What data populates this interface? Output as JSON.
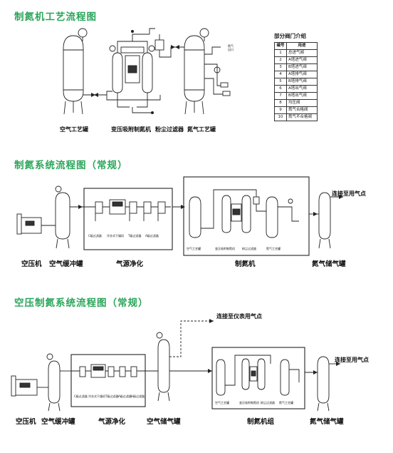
{
  "sections": [
    {
      "title": "制氮机工艺流程图"
    },
    {
      "title": "制氮系统流程图（常规）"
    },
    {
      "title": "空压制氮系统流程图（常规）"
    }
  ],
  "diagram1": {
    "labels": [
      "空气工艺罐",
      "变压吸附制氮机",
      "粉尘过滤器",
      "氮气工艺罐"
    ],
    "small": [
      "氮气",
      "出口"
    ],
    "valve_table": {
      "title": "部分阀门介绍",
      "headers": [
        "编号",
        "用途"
      ],
      "rows": [
        {
          "n": "1",
          "u": "总进气阀"
        },
        {
          "n": "2",
          "u": "A塔进气阀"
        },
        {
          "n": "3",
          "u": "B塔进气阀"
        },
        {
          "n": "4",
          "u": "A塔排气阀"
        },
        {
          "n": "5",
          "u": "B塔排气阀"
        },
        {
          "n": "6",
          "u": "A塔出气阀"
        },
        {
          "n": "7",
          "u": "B塔出气阀"
        },
        {
          "n": "8",
          "u": "均压阀"
        },
        {
          "n": "9",
          "u": "氮气合格阀"
        },
        {
          "n": "10",
          "u": "氮气不合格阀"
        }
      ]
    }
  },
  "diagram2": {
    "labels": [
      "空压机",
      "空气缓冲罐",
      "气源净化",
      "制氮机",
      "氮气储气罐",
      "连接至用气点"
    ],
    "box_labels": [
      "C级过滤器",
      "冷冻式干燥机",
      "T级过滤器",
      "A级过滤器"
    ],
    "inner_labels": [
      "空气工艺罐",
      "变压吸附制氮机",
      "粉尘过滤器",
      "氮气工艺罐"
    ]
  },
  "diagram3": {
    "labels": [
      "空压机",
      "空气缓冲罐",
      "气源净化",
      "空气储气罐",
      "制氮机组",
      "氮气储气罐",
      "连接至仪表用气点",
      "连接至用气点"
    ],
    "box_labels": [
      "C级过滤器",
      "冷冻式干燥机",
      "T级过滤器",
      "A级过滤器",
      "H级过滤器"
    ],
    "inner_labels": [
      "空气工艺罐",
      "变压吸附制氮机",
      "粉尘过滤器",
      "氮气工艺罐"
    ]
  }
}
